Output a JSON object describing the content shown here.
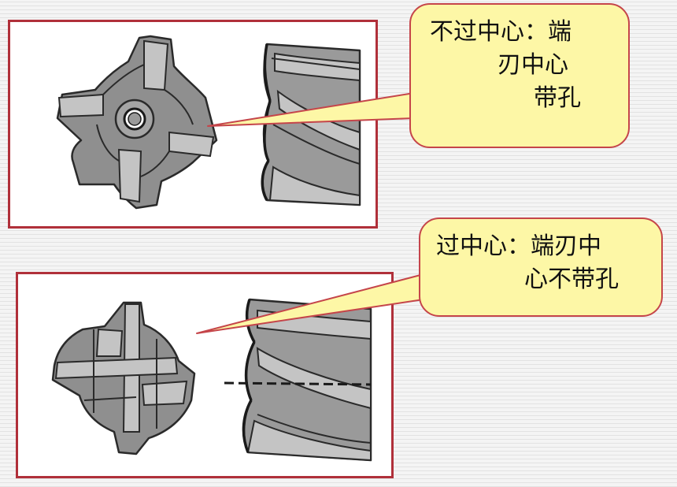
{
  "callouts": {
    "non_center_cutting": {
      "lines": [
        "不过中心：端",
        "刃中心",
        "带孔"
      ]
    },
    "center_cutting": {
      "lines": [
        "过中心：端刃中",
        "心不带孔"
      ]
    }
  },
  "colors": {
    "panel_border": "#b0303a",
    "callout_fill": "#fdf7a6",
    "callout_border": "#c5454a",
    "leader_fill": "#fdf7a6"
  }
}
